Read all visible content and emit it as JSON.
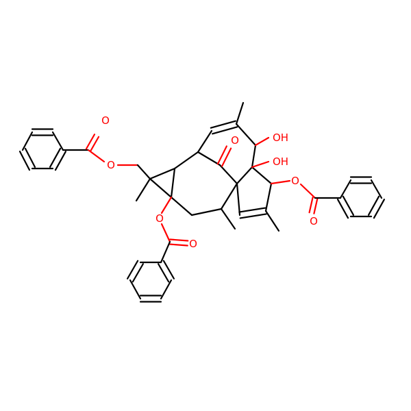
{
  "colors": {
    "background": "#ffffff",
    "carbon_bond": "#000000",
    "oxygen": "#ff0000"
  },
  "labels": {
    "ester_o_top": "O",
    "carbonyl_o_top": "O",
    "ketone_o": "O",
    "hydroxyl_1": "OH",
    "hydroxyl_2": "OH",
    "ester_o_right": "O",
    "carbonyl_o_right": "O",
    "ester_o_bottom": "O",
    "carbonyl_o_bottom": "O"
  }
}
